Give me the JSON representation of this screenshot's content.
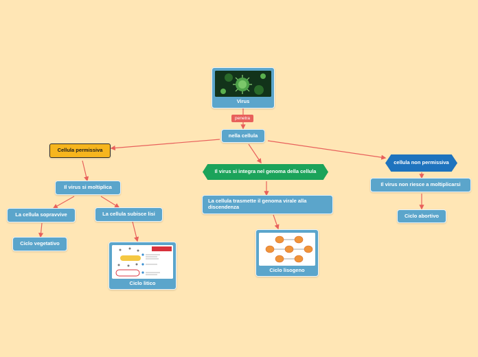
{
  "nodes": {
    "virus": "Virus",
    "penetra": "penetra",
    "nella_cellula": "nella cellula",
    "cellula_permissiva": "Cellula permissiva",
    "integra": "Il virus si integra nel genoma della cellula",
    "non_permissiva": "cellula non permissiva",
    "moltiplica": "Il virus si moltiplica",
    "trasmette": "La cellula trasmette il genoma virale alla discendenza",
    "non_riesce": "Il virus non riesce a moltiplicarsi",
    "sopravvive": "La cellula sopravvive",
    "lisi": "La cellula subisce lisi",
    "abortivo": "Ciclo abortivo",
    "vegetativo": "Ciclo vegetativo",
    "litico": "Ciclo litico",
    "lisogeno": "Ciclo lisogeno"
  },
  "colors": {
    "background": "#FFE6B5",
    "node": "#5BA5CB",
    "connector": "#E8605B",
    "permissiva": "#F6B51E",
    "integra": "#1BA35A",
    "non_permissiva": "#1E73BE"
  }
}
